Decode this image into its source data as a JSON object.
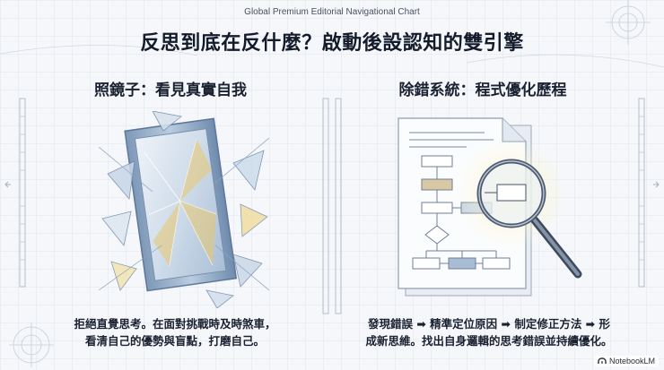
{
  "header": {
    "supertitle": "Global Premium Editorial Navigational Chart",
    "title": "反思到底在反什麼？啟動後設認知的雙引擎"
  },
  "panels": [
    {
      "heading": "照鏡子：看見真實自我",
      "caption_lines": [
        "拒絕直覺思考。在面對挑戰時及時煞車，",
        "看清自己的優勢與盲點，打磨自己。"
      ],
      "illustration": "shattered-mirror"
    },
    {
      "heading": "除錯系統：程式優化歷程",
      "caption_lines": [
        "發現錯誤 ➡ 精準定位原因 ➡ 制定修正方法 ➡ 形",
        "成新思維。找出自身邏輯的思考錯誤並持續優化。"
      ],
      "illustration": "flowchart-document-with-magnifier"
    }
  ],
  "badge": {
    "label": "NotebookLM",
    "icon": "notebooklm-icon"
  },
  "colors": {
    "background": "#f5f7fa",
    "accent_blue": "#8aa6c6",
    "accent_gold": "#e2c878",
    "text_dark": "#141b2b"
  }
}
